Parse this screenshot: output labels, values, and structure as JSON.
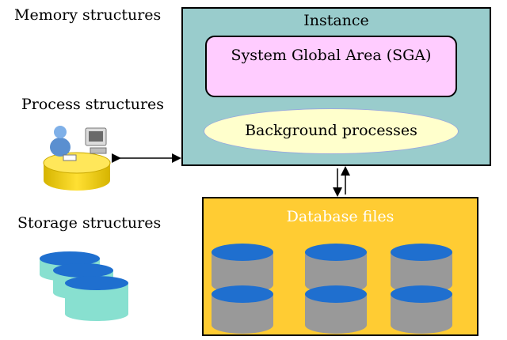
{
  "labels": {
    "memory_structures": "Memory structures",
    "process_structures": "Process structures",
    "storage_structures": "Storage structures"
  },
  "instance": {
    "title": "Instance",
    "sga_label": "System Global Area (SGA)",
    "background_processes_label": "Background processes"
  },
  "database_files": {
    "title": "Database files"
  },
  "colors": {
    "instance_fill": "#99cccc",
    "sga_fill": "#ffccff",
    "background_processes_fill": "#ffffcc",
    "database_files_fill": "#ffcc33",
    "disk_body": "#999999",
    "disk_top": "#1f6fcf",
    "storage_body": "#88e0d0",
    "storage_top": "#1f6fcf"
  },
  "icons": {
    "process": "user-at-computer-icon",
    "storage": "storage-disks-icon",
    "database_disk": "database-disk-icon"
  }
}
